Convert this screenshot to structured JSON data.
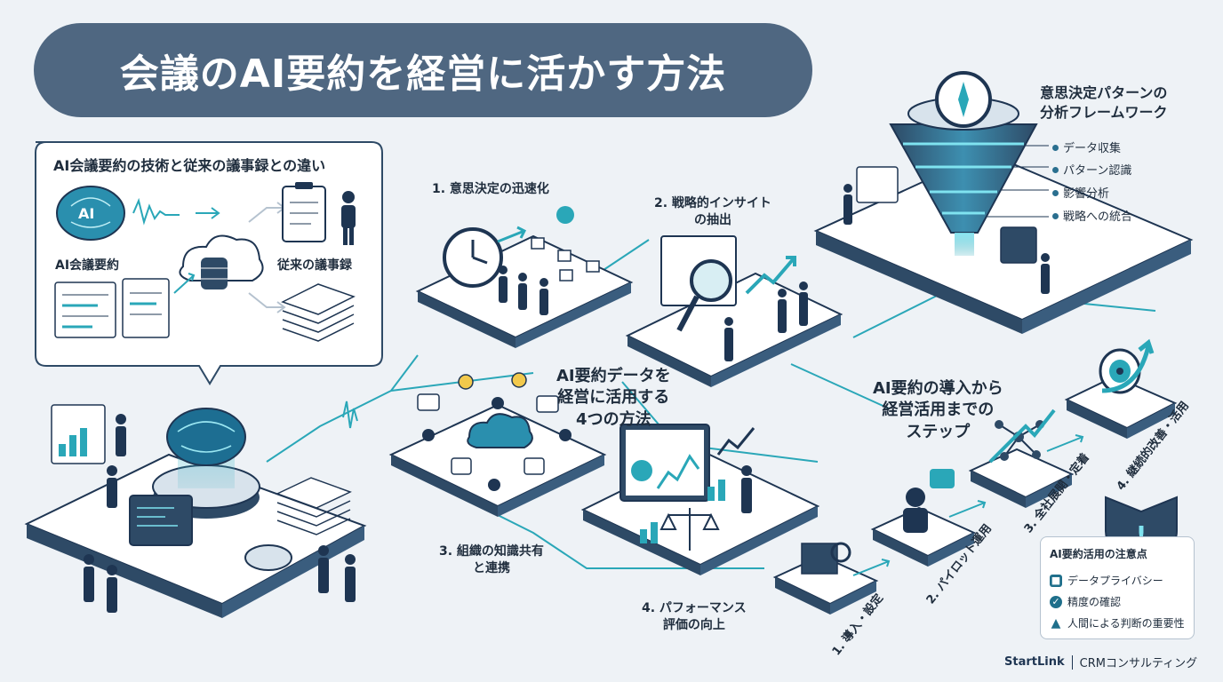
{
  "header": {
    "title": "会議のAI要約を経営に活かす方法"
  },
  "comparison": {
    "title": "AI会議要約の技術と従来の議事録との違い",
    "ai_label": "AI会議要約",
    "traditional_label": "従来の議事録",
    "ai_chip": "AI"
  },
  "methods": {
    "center_title": "AI要約データを\n経営に活用する\n4つの方法",
    "m1": "1. 意思決定の迅速化",
    "m2": "2. 戦略的インサイト\nの抽出",
    "m3": "3. 組織の知識共有\nと連携",
    "m4": "4. パフォーマンス\n評価の向上"
  },
  "framework": {
    "title": "意思決定パターンの\n分析フレームワーク",
    "items": [
      "データ収集",
      "パターン認識",
      "影響分析",
      "戦略への統合"
    ]
  },
  "steps": {
    "title": "AI要約の導入から\n経営活用までの\nステップ",
    "s1": "1. 導入・設定",
    "s2": "2. パイロット運用",
    "s3": "3. 全社展開・定着",
    "s4": "4. 継続的改善・活用"
  },
  "cautions": {
    "title": "AI要約活用の注意点",
    "items": [
      {
        "icon": "lock-icon",
        "text": "データプライバシー"
      },
      {
        "icon": "check-icon",
        "text": "精度の確認"
      },
      {
        "icon": "warning-icon",
        "text": "人間による判断の重要性"
      }
    ]
  },
  "brand": {
    "logo": "StartLink",
    "service": "CRMコンサルティング"
  },
  "colors": {
    "banner": "#4f6781",
    "accent": "#2aa7b8",
    "navy": "#1e3552",
    "platform": "#ffffff",
    "platform_side": "#2e4a66"
  }
}
